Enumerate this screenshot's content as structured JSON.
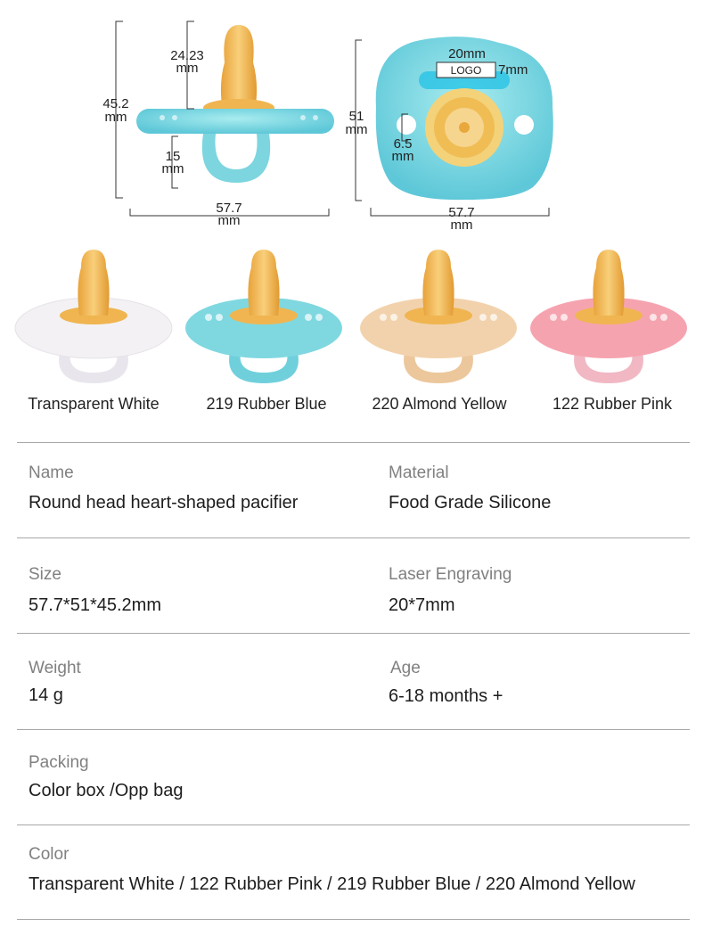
{
  "dimensions": {
    "side_height": [
      "45.2",
      "mm"
    ],
    "teat_height": [
      "24.23",
      "mm"
    ],
    "handle_height": [
      "15",
      "mm"
    ],
    "side_width": [
      "57.7",
      "mm"
    ],
    "front_height": [
      "51",
      "mm"
    ],
    "logo_width": "20mm",
    "logo_text": "LOGO",
    "logo_height": "7mm",
    "hole_size": [
      "6.5",
      "mm"
    ],
    "front_width": [
      "57.7",
      "mm"
    ]
  },
  "colors": {
    "blue": "#7fd8e0",
    "teat": "#f0b550",
    "white": "#f1eef2",
    "almond": "#f2d2ac",
    "pink": "#f6a3b0"
  },
  "variants": [
    {
      "label": "Transparent White"
    },
    {
      "label": "219 Rubber Blue"
    },
    {
      "label": "220 Almond Yellow"
    },
    {
      "label": "122 Rubber Pink"
    }
  ],
  "specs": {
    "name": {
      "label": "Name",
      "value": "Round head heart-shaped pacifier"
    },
    "material": {
      "label": "Material",
      "value": "Food Grade Silicone"
    },
    "size": {
      "label": "Size",
      "value": "57.7*51*45.2mm"
    },
    "engraving": {
      "label": "Laser Engraving",
      "value": "20*7mm"
    },
    "weight": {
      "label": "Weight",
      "value": "14 g"
    },
    "age": {
      "label": "Age",
      "value": "6-18 months +"
    },
    "packing": {
      "label": "Packing",
      "value": "Color box /Opp bag"
    },
    "color": {
      "label": "Color",
      "value": "Transparent White / 122 Rubber Pink / 219 Rubber Blue / 220 Almond Yellow"
    }
  }
}
